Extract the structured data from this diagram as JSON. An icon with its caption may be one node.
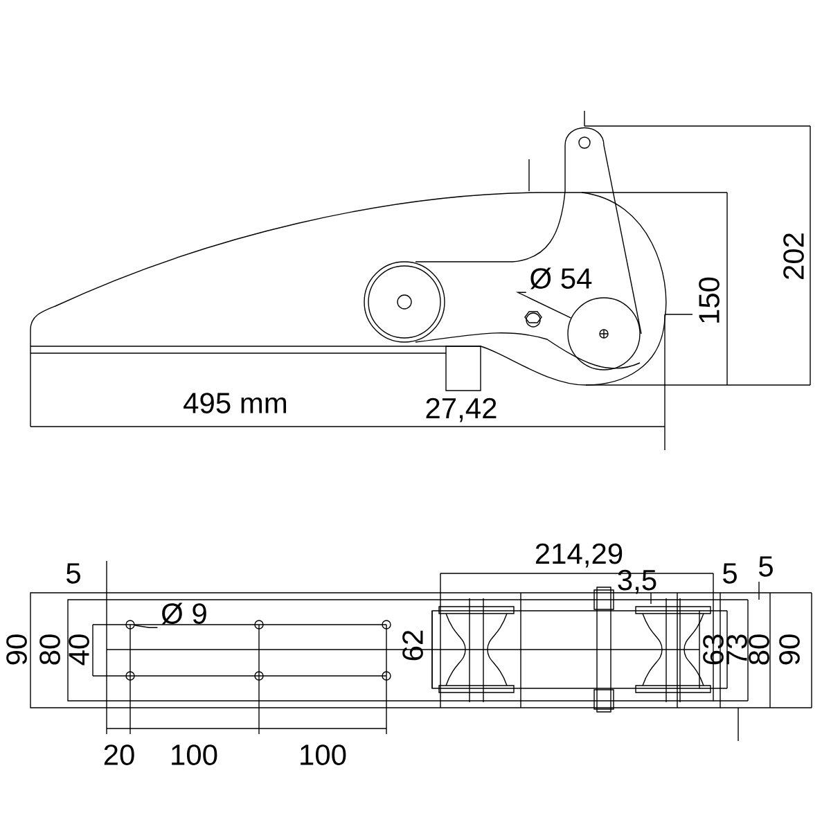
{
  "diagram": {
    "nodes": [
      {
        "text": [
          "Ø 54"
        ]
      },
      {
        "text": [],
        "shape": "circle"
      },
      {
        "text": [
          "Ø 9"
        ]
      },
      {
        "text": [],
        "shape": "circle"
      }
    ],
    "edges": [
      {
        "from": 0,
        "to": 1,
        "arrow": "none"
      },
      {
        "from": 2,
        "to": 3,
        "arrow": "none"
      }
    ],
    "labels": [
      "202",
      "150",
      "495 mm",
      "27,42",
      "5",
      "214,29",
      "3,5",
      "5",
      "5",
      "90",
      "80",
      "40",
      "62",
      "63",
      "73",
      "80",
      "90",
      "20",
      "100",
      "100"
    ]
  }
}
